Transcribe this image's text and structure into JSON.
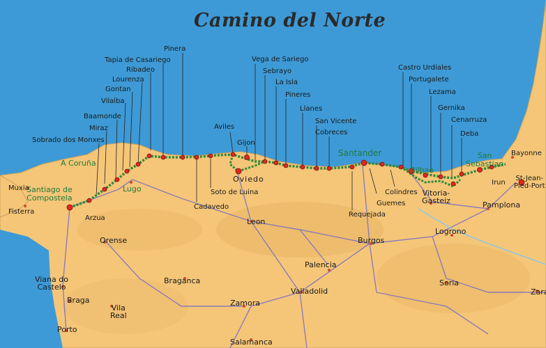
{
  "title": "Camino del Norte",
  "colors": {
    "sea": "#3d9ad6",
    "land": "#f5c678",
    "route": "#2f8a3a",
    "road": "#7a6fc2",
    "stage": "#e0281e",
    "town_label": "#1f7a3a"
  },
  "towns_north": {
    "pinera": "Pinera",
    "tapia": "Tapia de Casariego",
    "ribadeo": "Ribadeo",
    "lourenza": "Lourenza",
    "gontan": "Gontan",
    "vilalba": "Vilalba",
    "baamonde": "Baamonde",
    "miraz": "Miraz",
    "sobrado": "Sobrado dos Monxes",
    "vega": "Vega de Sariego",
    "sebrayo": "Sebrayo",
    "laisla": "La Isla",
    "pineres": "Pineres",
    "llanes": "Llanes",
    "sanvicente": "San Vicente",
    "cobreces": "Cobreces",
    "aviles": "Aviles",
    "gijon": "Gijon",
    "castro": "Castro Urdiales",
    "portugalete": "Portugalete",
    "lezama": "Lezama",
    "gernika": "Gernika",
    "cenarruza": "Cenarruza",
    "deba": "Deba"
  },
  "towns_south": {
    "cadavedo": "Cadavedo",
    "soto": "Soto de Luina",
    "requejada": "Requejada",
    "guemes": "Guemes",
    "colindres": "Colindres"
  },
  "cities": {
    "acoruna": "A Coruña",
    "muxia": "Muxia",
    "fisterra": "Fisterra",
    "santiago": "Santiago de\nCompostela",
    "arzua": "Arzua",
    "lugo": "Lugo",
    "oviedo": "Oviedo",
    "santander": "Santander",
    "bilbao": "Bilbao",
    "vitoria": "Vitoria-\nGasteiz",
    "sansebastian": "San\nSebastian",
    "irun": "Irun",
    "bayonne": "Bayonne",
    "stjean": "St-Jean-\nPied-Port",
    "pamplona": "Pamplona",
    "logrono": "Logrono",
    "leon": "Leon",
    "burgos": "Burgos",
    "palencia": "Palencia",
    "valladolid": "Valladolid",
    "soria": "Soria",
    "orense": "Orense",
    "braganca": "Braganca",
    "zamora": "Zamora",
    "vianadocastelo": "Viana do\nCastelo",
    "braga": "Braga",
    "vilareal": "Vila\nReal",
    "porto": "Porto",
    "salamanca": "Salamanca",
    "zaragoza": "Zara"
  }
}
